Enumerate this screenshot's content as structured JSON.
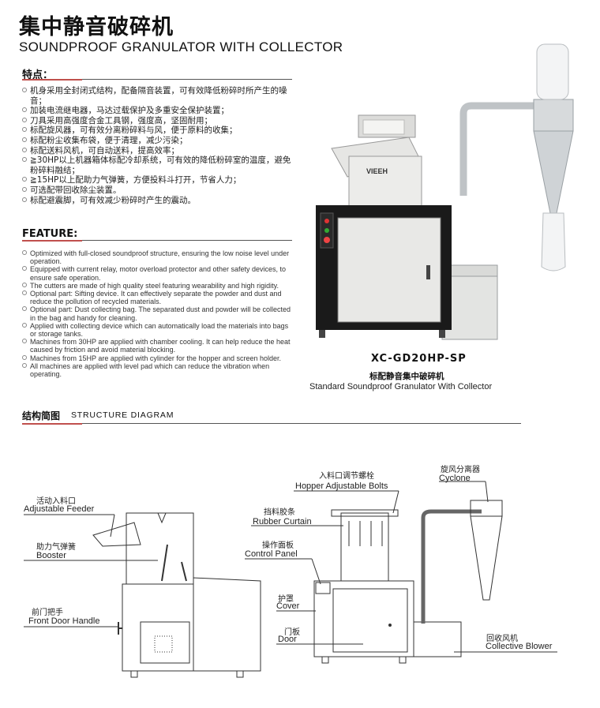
{
  "header": {
    "title_cn": "集中静音破碎机",
    "title_en": "SOUNDPROOF GRANULATOR WITH COLLECTOR"
  },
  "features_cn": {
    "heading": "特点：",
    "items": [
      "机身采用全封闭式结构，配备隔音装置，可有效降低粉碎时所产生的噪音；",
      "加装电流继电器，马达过载保护及多重安全保护装置；",
      "刀具采用高强度合金工具钢，强度高，坚固耐用；",
      "标配旋风器，可有效分离粉碎料与风，便于原料的收集；",
      "标配粉尘收集布袋，便于清理，减少污染；",
      "标配送料风机，可自动送料，提高效率；",
      "≧30HP以上机器箱体标配冷却系统，可有效的降低粉碎室的温度，避免粉碎料融结；",
      "≧15HP以上配助力气弹簧，方便投料斗打开，节省人力；",
      "可选配带回收除尘装置。",
      "标配避震脚，可有效减少粉碎时产生的震动。"
    ]
  },
  "features_en": {
    "heading": "FEATURE:",
    "items": [
      "Optimized with full-closed soundproof structure, ensuring the low noise level under operation.",
      "Equipped with current relay, motor overload protector and other safety devices, to ensure safe operation.",
      "The cutters are made of high quality steel featuring wearability and high rigidity.",
      "Optional part: Sifting device. It can effectively separate the powder and dust and reduce the pollution of recycled materials.",
      "Optional part: Dust collecting bag. The separated dust and powder will be collected in the bag and handy for cleaning.",
      "Applied with collecting device which can automatically load the materials into bags or storage tanks.",
      "Machines from 30HP are applied with chamber cooling. It can help reduce the heat caused by friction and avoid material blocking.",
      "Machines from 15HP are applied with cylinder for the hopper and screen holder.",
      "All machines are applied with level pad which can reduce the vibration when operating."
    ]
  },
  "product": {
    "model": "XC-GD20HP-SP",
    "caption_cn": "标配静音集中破碎机",
    "caption_en": "Standard Soundproof Granulator With Collector",
    "brand": "VIEEH"
  },
  "structure": {
    "heading_cn": "结构简图",
    "heading_en": "STRUCTURE DIAGRAM",
    "labels": {
      "feeder_cn": "活动入料口",
      "feeder_en": "Adjustable Feeder",
      "booster_cn": "助力气弹簧",
      "booster_en": "Booster",
      "handle_cn": "前门把手",
      "handle_en": "Front Door Handle",
      "bolts_cn": "入料口调节螺栓",
      "bolts_en": "Hopper Adjustable Bolts",
      "curtain_cn": "挡料胶条",
      "curtain_en": "Rubber Curtain",
      "panel_cn": "操作面板",
      "panel_en": "Control Panel",
      "cover_cn": "护罩",
      "cover_en": "Cover",
      "door_cn": "门板",
      "door_en": "Door",
      "cyclone_cn": "旋风分离器",
      "cyclone_en": "Cyclone",
      "blower_cn": "回收风机",
      "blower_en": "Collective Blower"
    }
  },
  "colors": {
    "accent_red": "#c0504d",
    "machine_black": "#1a1a1a",
    "machine_white": "#e8e8e6"
  }
}
